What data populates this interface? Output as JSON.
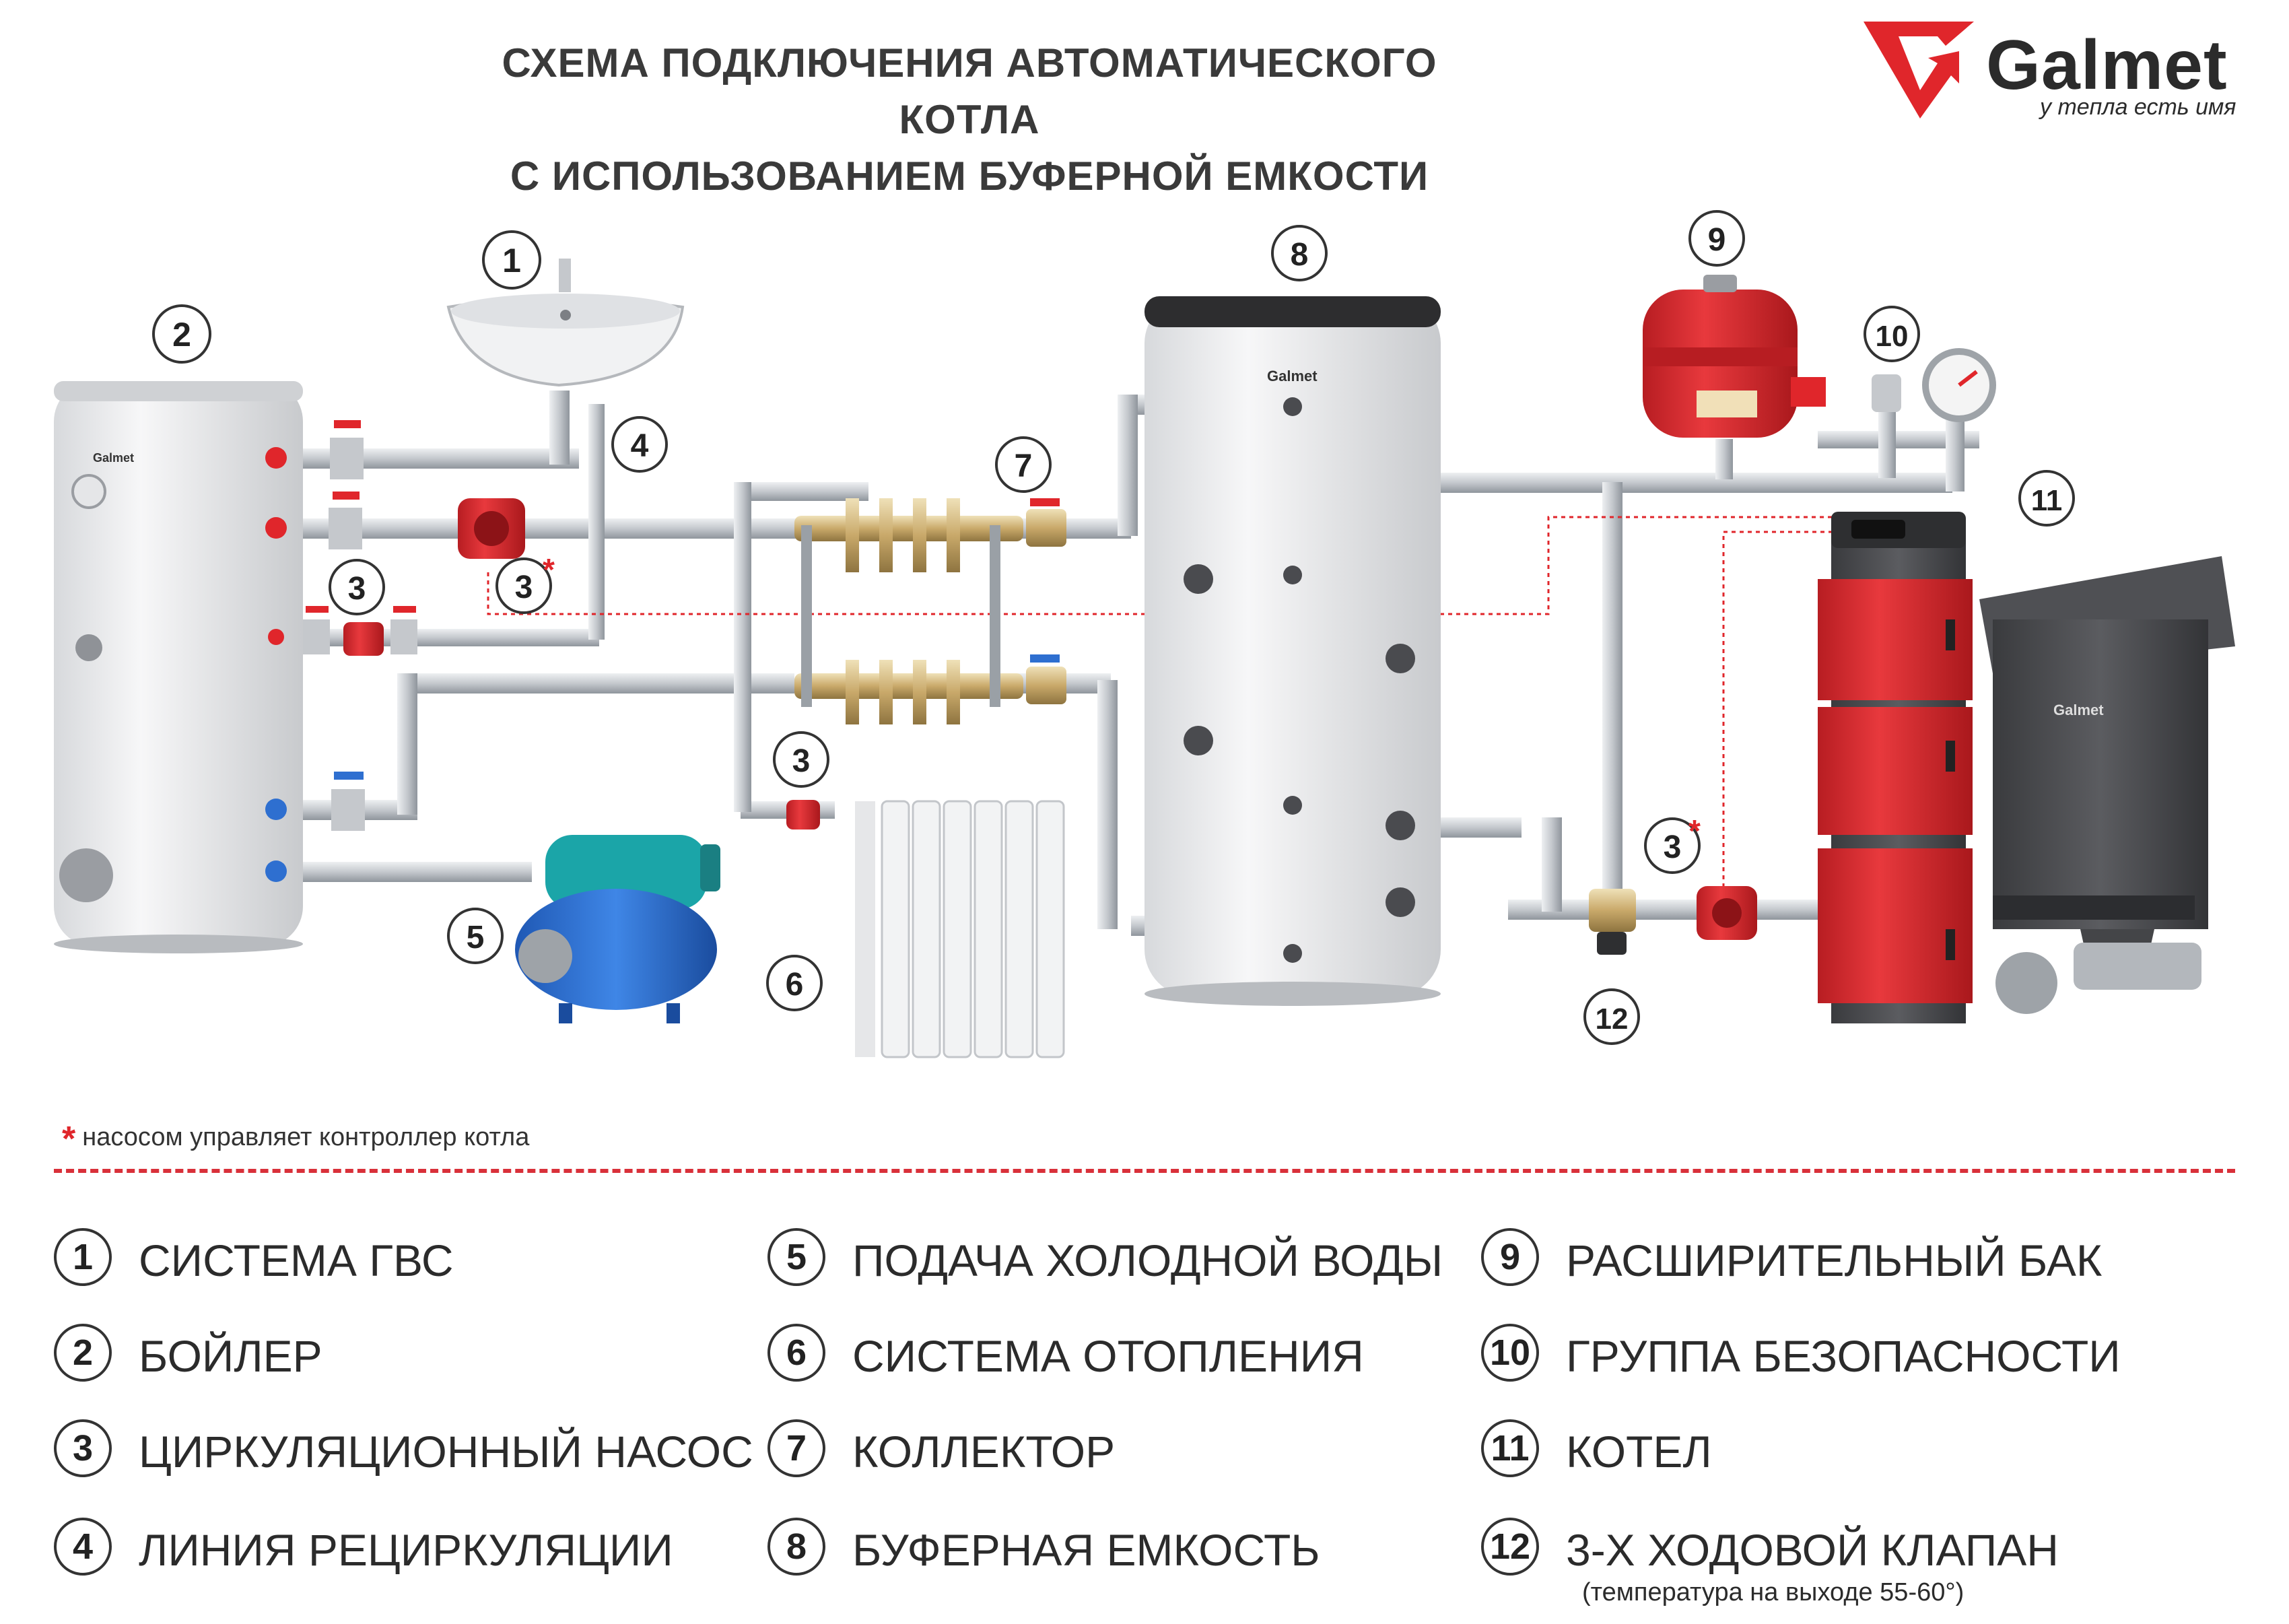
{
  "title": {
    "line1": "СХЕМА ПОДКЛЮЧЕНИЯ АВТОМАТИЧЕСКОГО КОТЛА",
    "line2": "С ИСПОЛЬЗОВАНИЕМ БУФЕРНОЙ ЕМКОСТИ"
  },
  "logo": {
    "brand": "Galmet",
    "tagline": "у тепла есть имя",
    "icon": "galmet-arrow-logo-icon",
    "color": "#e0262b"
  },
  "diagram": {
    "callouts": [
      "1",
      "2",
      "3",
      "4",
      "5",
      "6",
      "7",
      "8",
      "9",
      "10",
      "11",
      "12"
    ],
    "pump_star": "*",
    "device_brand": "Galmet",
    "colors": {
      "pipe": "#c9ccd1",
      "red_accent": "#e0262b",
      "tank": "#e9eaec",
      "boiler_body": "#4a4b4f",
      "expansion_tank": "#d9383a",
      "pump_blue": "#2e6fd0",
      "pump_teal": "#1ba5a8",
      "brass": "#c9a96a"
    }
  },
  "note": {
    "star": "*",
    "text": "насосом управляет контроллер котла"
  },
  "legend": [
    {
      "num": "1",
      "label": "СИСТЕМА ГВС"
    },
    {
      "num": "2",
      "label": "БОЙЛЕР"
    },
    {
      "num": "3",
      "label": "ЦИРКУЛЯЦИОННЫЙ НАСОС"
    },
    {
      "num": "4",
      "label": "ЛИНИЯ РЕЦИРКУЛЯЦИИ"
    },
    {
      "num": "5",
      "label": "ПОДАЧА ХОЛОДНОЙ ВОДЫ"
    },
    {
      "num": "6",
      "label": "СИСТЕМА ОТОПЛЕНИЯ"
    },
    {
      "num": "7",
      "label": "КОЛЛЕКТОР"
    },
    {
      "num": "8",
      "label": "БУФЕРНАЯ ЕМКОСТЬ"
    },
    {
      "num": "9",
      "label": "РАСШИРИТЕЛЬНЫЙ БАК"
    },
    {
      "num": "10",
      "label": "ГРУППА БЕЗОПАСНОСТИ"
    },
    {
      "num": "11",
      "label": "КОТЕЛ"
    },
    {
      "num": "12",
      "label": "3-Х ХОДОВОЙ КЛАПАН",
      "sub": "(температура на выходе 55-60°)"
    }
  ]
}
